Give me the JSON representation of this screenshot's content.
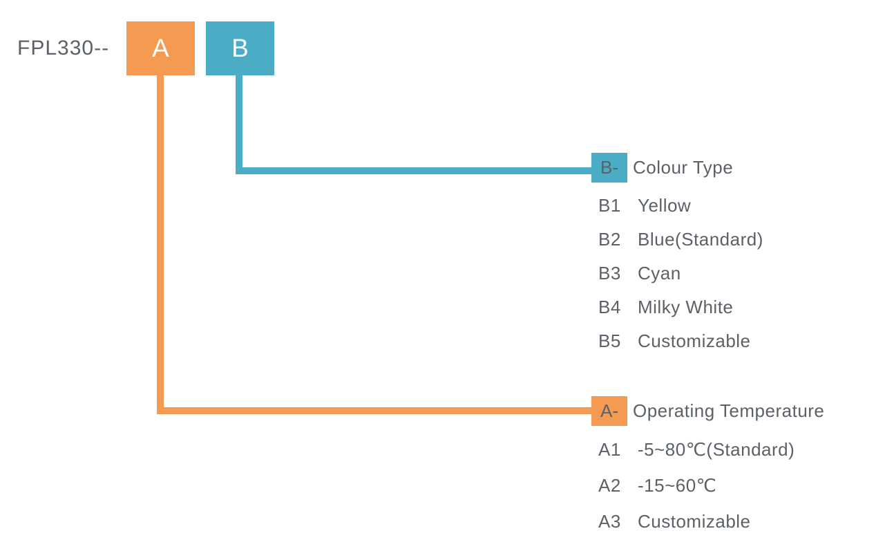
{
  "diagram": {
    "part_number": "FPL330--",
    "colors": {
      "orange": "#F49B51",
      "teal": "#4AACC5",
      "text": "#5B6167",
      "letter": "#FFFFFF",
      "bg": "#FFFFFF"
    },
    "code_boxes": {
      "a": {
        "letter": "A"
      },
      "b": {
        "letter": "B"
      }
    },
    "sections": {
      "b": {
        "tag": "B-",
        "title": "Colour Type",
        "items": [
          {
            "code": "B1",
            "label": "Yellow"
          },
          {
            "code": "B2",
            "label": "Blue(Standard)"
          },
          {
            "code": "B3",
            "label": "Cyan"
          },
          {
            "code": "B4",
            "label": "Milky White"
          },
          {
            "code": "B5",
            "label": "Customizable"
          }
        ]
      },
      "a": {
        "tag": "A-",
        "title": "Operating Temperature",
        "items": [
          {
            "code": "A1",
            "label": "-5~80℃(Standard)"
          },
          {
            "code": "A2",
            "label": "-15~60℃"
          },
          {
            "code": "A3",
            "label": "Customizable"
          }
        ]
      }
    }
  }
}
